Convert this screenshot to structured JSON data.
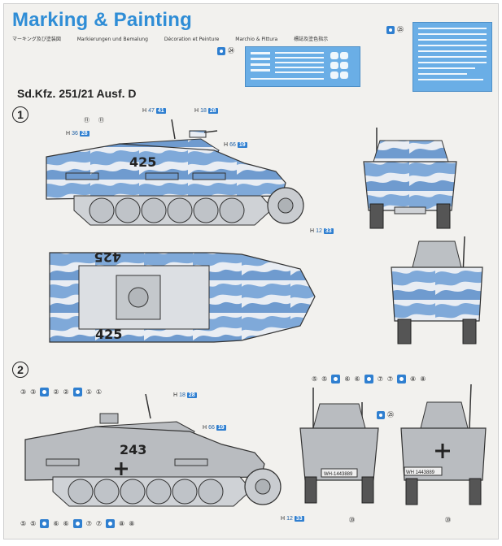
{
  "header": {
    "title": "Marking & Painting",
    "subtitle_jp": "マーキング及び塗装図",
    "subtitle_de": "Markierungen und Bemalung",
    "subtitle_fr": "Décoration et Peinture",
    "subtitle_it": "Marchio & Pittura",
    "subtitle_cn": "標誌及塗色指示"
  },
  "decal_refs": [
    {
      "label": "㉔"
    },
    {
      "label": "㉕"
    }
  ],
  "model_title": "Sd.Kfz. 251/21 Ausf. D",
  "scheme1": {
    "number": "1",
    "side_number": "425",
    "top_number_front": "425",
    "top_number_rear": "425",
    "callouts": [
      {
        "letter": "H",
        "code": "41",
        "num": "47"
      },
      {
        "letter": "H",
        "code": "28",
        "num": "18"
      },
      {
        "letter": "H",
        "code": "28",
        "num": "36"
      },
      {
        "letter": "H",
        "code": "19",
        "num": "66"
      },
      {
        "letter": "H",
        "code": "33",
        "num": "12"
      }
    ],
    "marks": [
      "⑪",
      "⑪"
    ]
  },
  "scheme2": {
    "number": "2",
    "side_number": "243",
    "plate_front": "WH-1443889",
    "plate_rear": "WH 1443889",
    "callouts": [
      {
        "letter": "H",
        "code": "28",
        "num": "18"
      },
      {
        "letter": "H",
        "code": "19",
        "num": "66"
      },
      {
        "letter": "H",
        "code": "33",
        "num": "12"
      }
    ],
    "seq_top_left": [
      "③",
      "③",
      "②",
      "②",
      "①",
      "①"
    ],
    "seq_top_right": [
      "⑤",
      "⑤",
      "⑥",
      "⑥",
      "⑦",
      "⑦",
      "⑧",
      "⑧"
    ],
    "seq_bottom_left": [
      "⑤",
      "⑤",
      "⑥",
      "⑥",
      "⑦",
      "⑦",
      "⑧",
      "⑧"
    ],
    "front_mark": "⑳",
    "rear_mark": "⑳",
    "side_mark": "㉕"
  },
  "colors": {
    "accent_blue": "#2f8dd6",
    "camo_blue": "#7fa9d9",
    "camo_white": "#e9edf3",
    "panzer_grey": "#b9bcc0",
    "decal_blue": "#6aaee6"
  }
}
